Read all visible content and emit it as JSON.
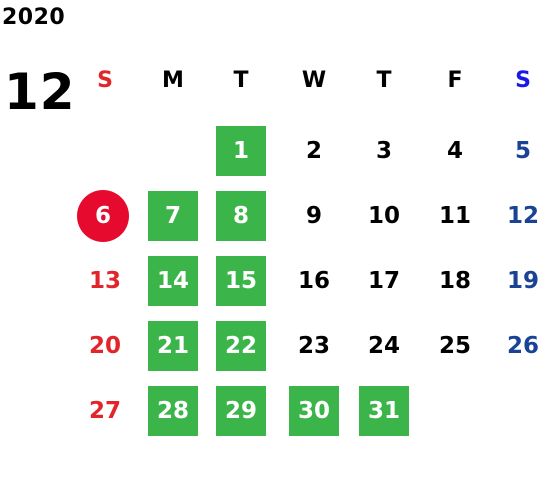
{
  "calendar": {
    "year": "2020",
    "month": "12",
    "weekdays": [
      "S",
      "M",
      "T",
      "W",
      "T",
      "F",
      "S"
    ],
    "colors": {
      "default": "#000000",
      "sunday": "#e0262b",
      "saturday": "#1a4396",
      "saturday_header": "#1a1ae6",
      "highlight": "#3bb54a",
      "today": "#e60a2e"
    },
    "weeks": [
      [
        {
          "d": ""
        },
        {
          "d": ""
        },
        {
          "d": "1",
          "h": true
        },
        {
          "d": "2"
        },
        {
          "d": "3"
        },
        {
          "d": "4"
        },
        {
          "d": "5"
        }
      ],
      [
        {
          "d": "6",
          "c": true
        },
        {
          "d": "7",
          "h": true
        },
        {
          "d": "8",
          "h": true
        },
        {
          "d": "9"
        },
        {
          "d": "10"
        },
        {
          "d": "11"
        },
        {
          "d": "12"
        }
      ],
      [
        {
          "d": "13"
        },
        {
          "d": "14",
          "h": true
        },
        {
          "d": "15",
          "h": true
        },
        {
          "d": "16"
        },
        {
          "d": "17"
        },
        {
          "d": "18"
        },
        {
          "d": "19"
        }
      ],
      [
        {
          "d": "20"
        },
        {
          "d": "21",
          "h": true
        },
        {
          "d": "22",
          "h": true
        },
        {
          "d": "23"
        },
        {
          "d": "24"
        },
        {
          "d": "25"
        },
        {
          "d": "26"
        }
      ],
      [
        {
          "d": "27"
        },
        {
          "d": "28",
          "h": true
        },
        {
          "d": "29",
          "h": true
        },
        {
          "d": "30",
          "h": true
        },
        {
          "d": "31",
          "h": true
        },
        {
          "d": ""
        },
        {
          "d": ""
        }
      ]
    ]
  }
}
